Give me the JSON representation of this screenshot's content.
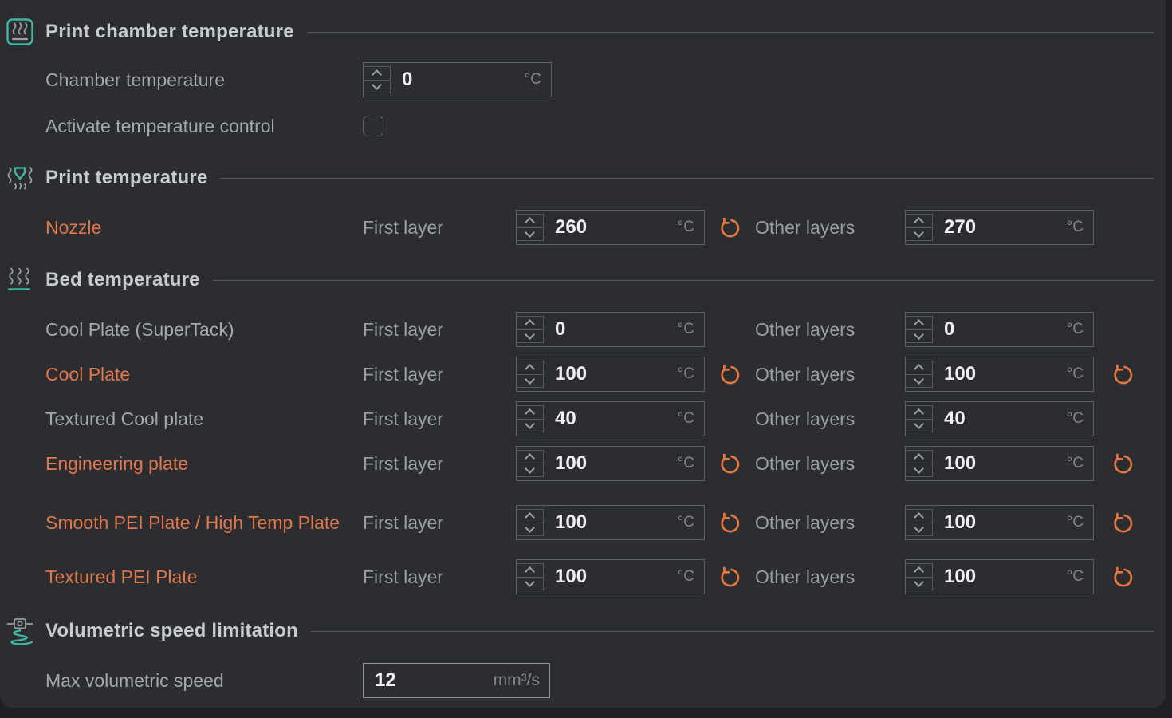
{
  "units": {
    "celsius": "°C",
    "flow": "mm³/s"
  },
  "labels": {
    "first": "First layer",
    "other": "Other layers"
  },
  "colors": {
    "panel_bg": "#2b2d31",
    "accent_teal": "#3eb6a3",
    "accent_orange": "#e0764b",
    "title_text": "#c8cbce",
    "label_text": "#a4a7ab",
    "input_border": "#5d6066",
    "value_text": "#eef0f2"
  },
  "icons": {
    "chamber": "heated-chamber-icon",
    "print": "nozzle-temperature-icon",
    "bed": "heated-bed-icon",
    "volumetric": "extrusion-flow-icon",
    "reset": "reset-icon",
    "up": "chevron-up-icon",
    "down": "chevron-down-icon"
  },
  "chamber": {
    "title": "Print chamber temperature",
    "temp_label": "Chamber temperature",
    "temp_value": "0",
    "activate_label": "Activate temperature control",
    "activate_checked": false
  },
  "print": {
    "title": "Print temperature",
    "nozzle_label": "Nozzle",
    "first_value": "260",
    "other_value": "270",
    "first_modified": true,
    "other_modified": false
  },
  "bed": {
    "title": "Bed temperature",
    "rows": [
      {
        "label": "Cool Plate (SuperTack)",
        "first_value": "0",
        "other_value": "0",
        "modified": false
      },
      {
        "label": "Cool Plate",
        "first_value": "100",
        "other_value": "100",
        "modified": true
      },
      {
        "label": "Textured Cool plate",
        "first_value": "40",
        "other_value": "40",
        "modified": false
      },
      {
        "label": "Engineering plate",
        "first_value": "100",
        "other_value": "100",
        "modified": true
      },
      {
        "label": "Smooth PEI Plate / High Temp Plate",
        "first_value": "100",
        "other_value": "100",
        "modified": true
      },
      {
        "label": "Textured PEI Plate",
        "first_value": "100",
        "other_value": "100",
        "modified": true
      }
    ]
  },
  "volumetric": {
    "title": "Volumetric speed limitation",
    "speed_label": "Max volumetric speed",
    "speed_value": "12"
  }
}
